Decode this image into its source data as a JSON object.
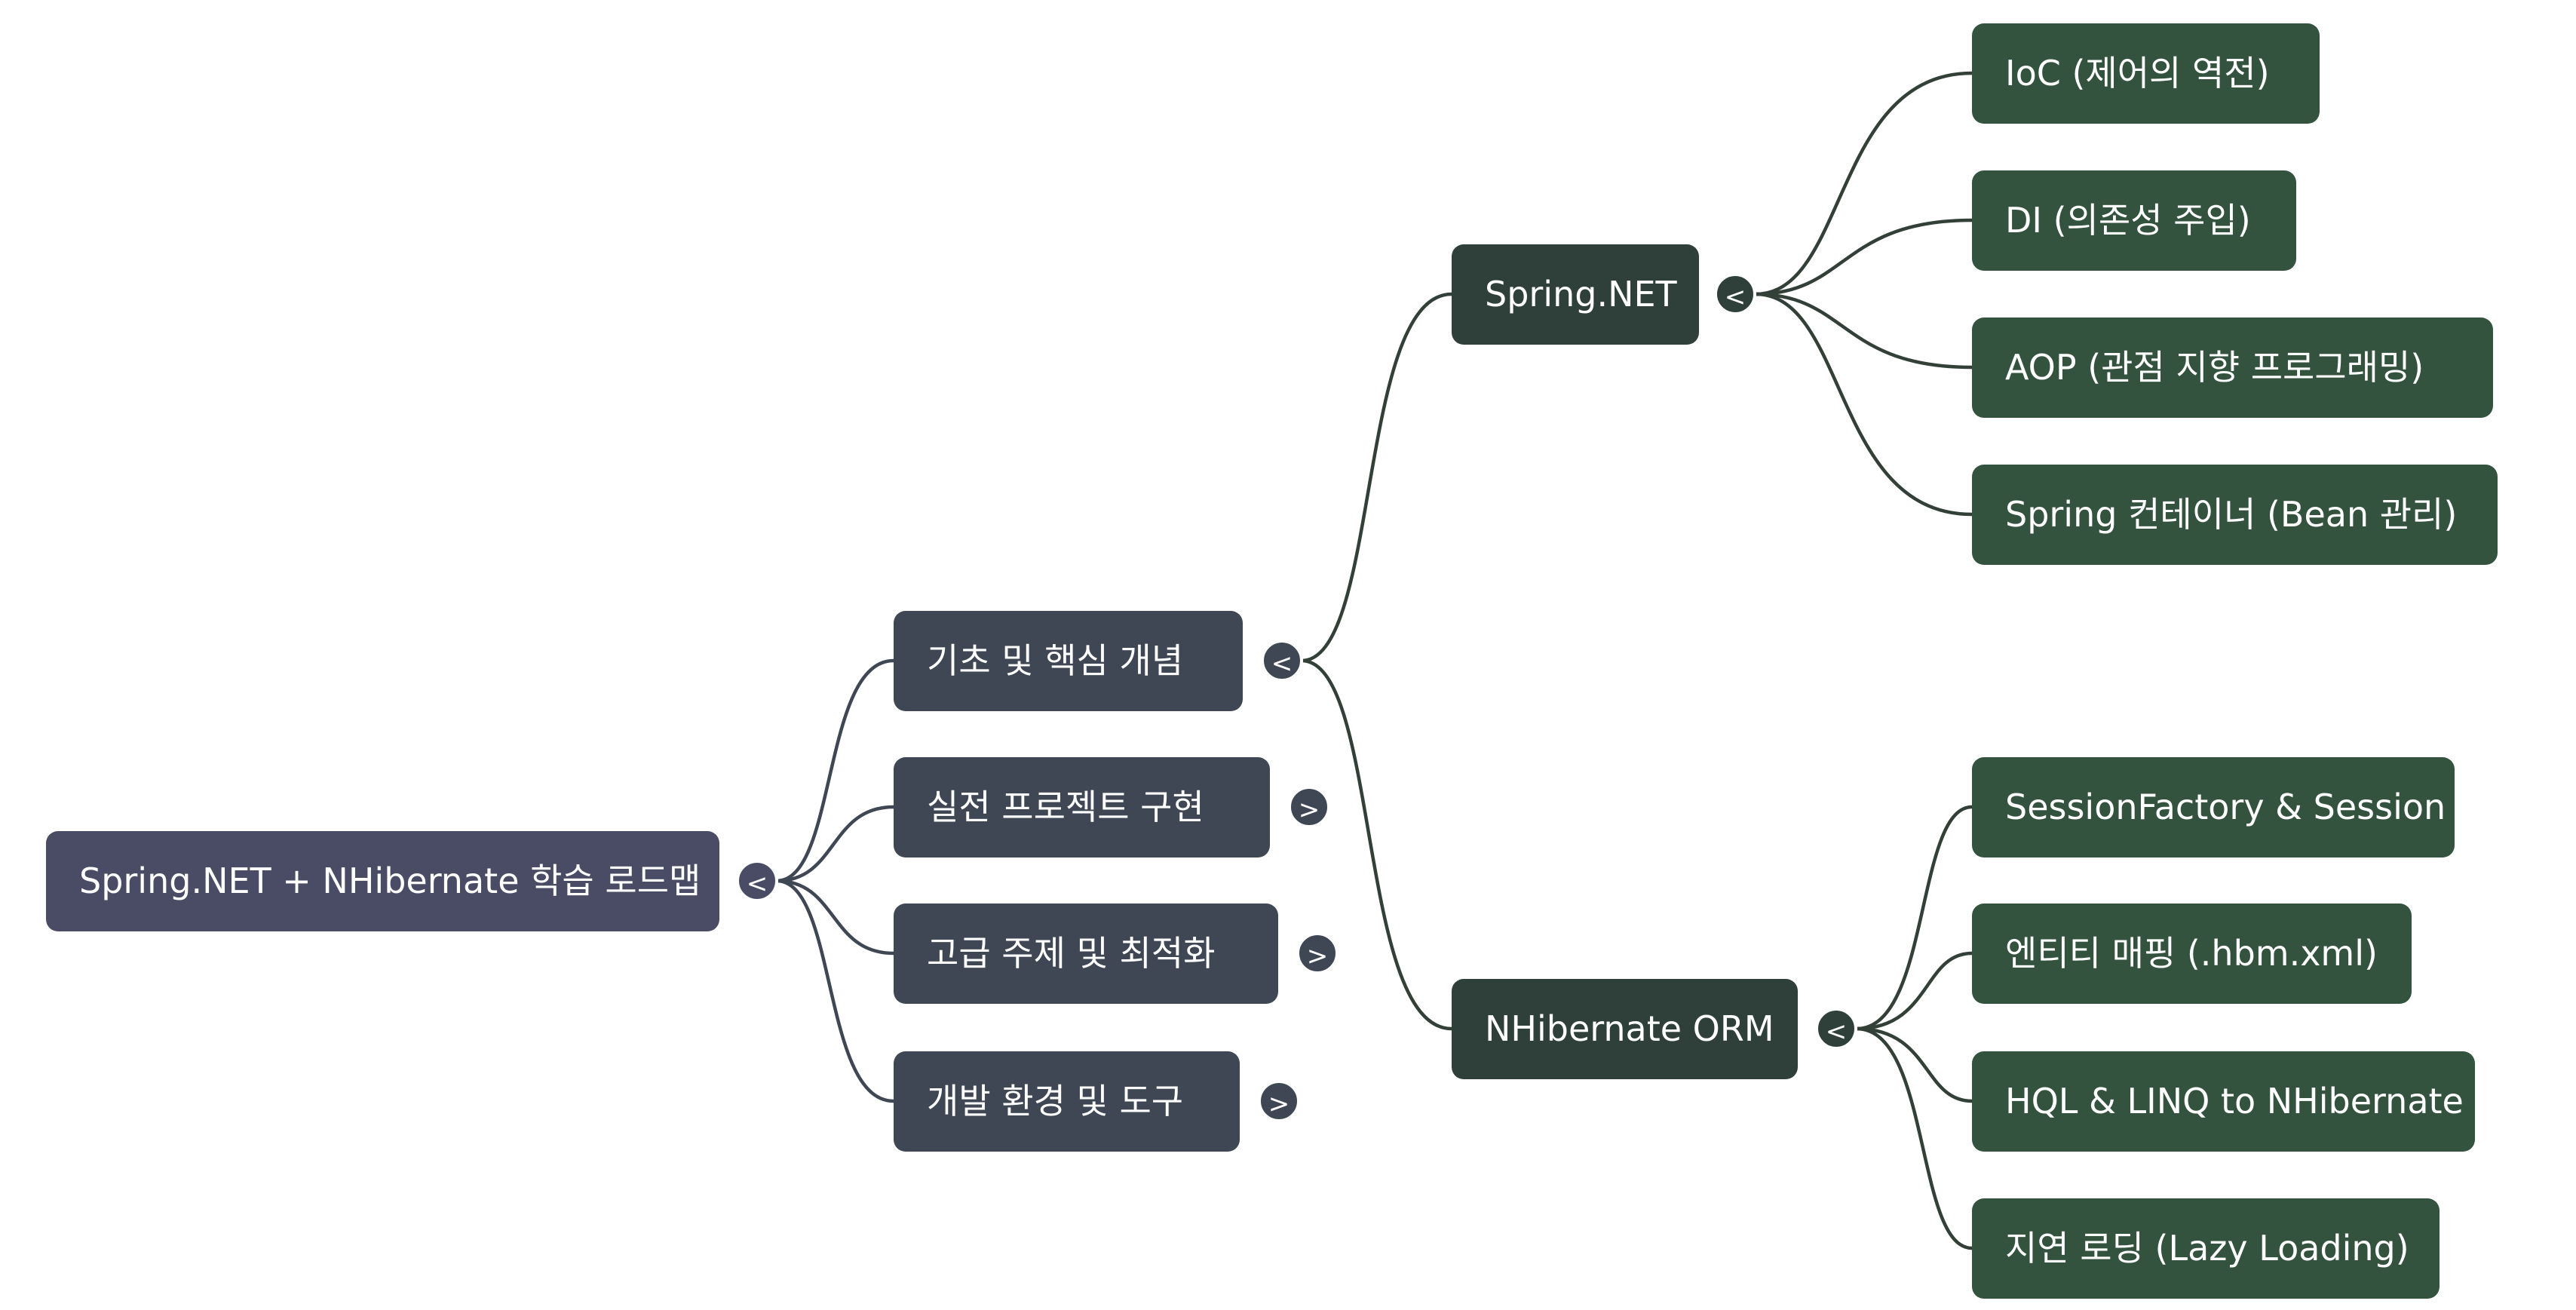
{
  "mindmap": {
    "root": {
      "label": "Spring.NET + NHibernate 학습 로드맵",
      "toggle": "<"
    },
    "branches": [
      {
        "label": "기초 및 핵심 개념",
        "toggle": "<"
      },
      {
        "label": "실전 프로젝트 구현",
        "toggle": ">"
      },
      {
        "label": "고급 주제 및 최적화",
        "toggle": ">"
      },
      {
        "label": "개발 환경 및 도구",
        "toggle": ">"
      }
    ],
    "topics": [
      {
        "label": "Spring.NET",
        "toggle": "<"
      },
      {
        "label": "NHibernate ORM",
        "toggle": "<"
      }
    ],
    "spring_items": [
      {
        "label": "IoC (제어의 역전)"
      },
      {
        "label": "DI (의존성 주입)"
      },
      {
        "label": "AOP (관점 지향 프로그래밍)"
      },
      {
        "label": "Spring 컨테이너 (Bean 관리)"
      }
    ],
    "nhibernate_items": [
      {
        "label": "SessionFactory & Session"
      },
      {
        "label": "엔티티 매핑 (.hbm.xml)"
      },
      {
        "label": "HQL & LINQ to NHibernate"
      },
      {
        "label": "지연 로딩 (Lazy Loading)"
      }
    ],
    "colors": {
      "root": "#4a4c65",
      "level1": "#3f4754",
      "level2": "#2f403b",
      "level3": "#33533f",
      "connector": "#3a3d45"
    }
  }
}
